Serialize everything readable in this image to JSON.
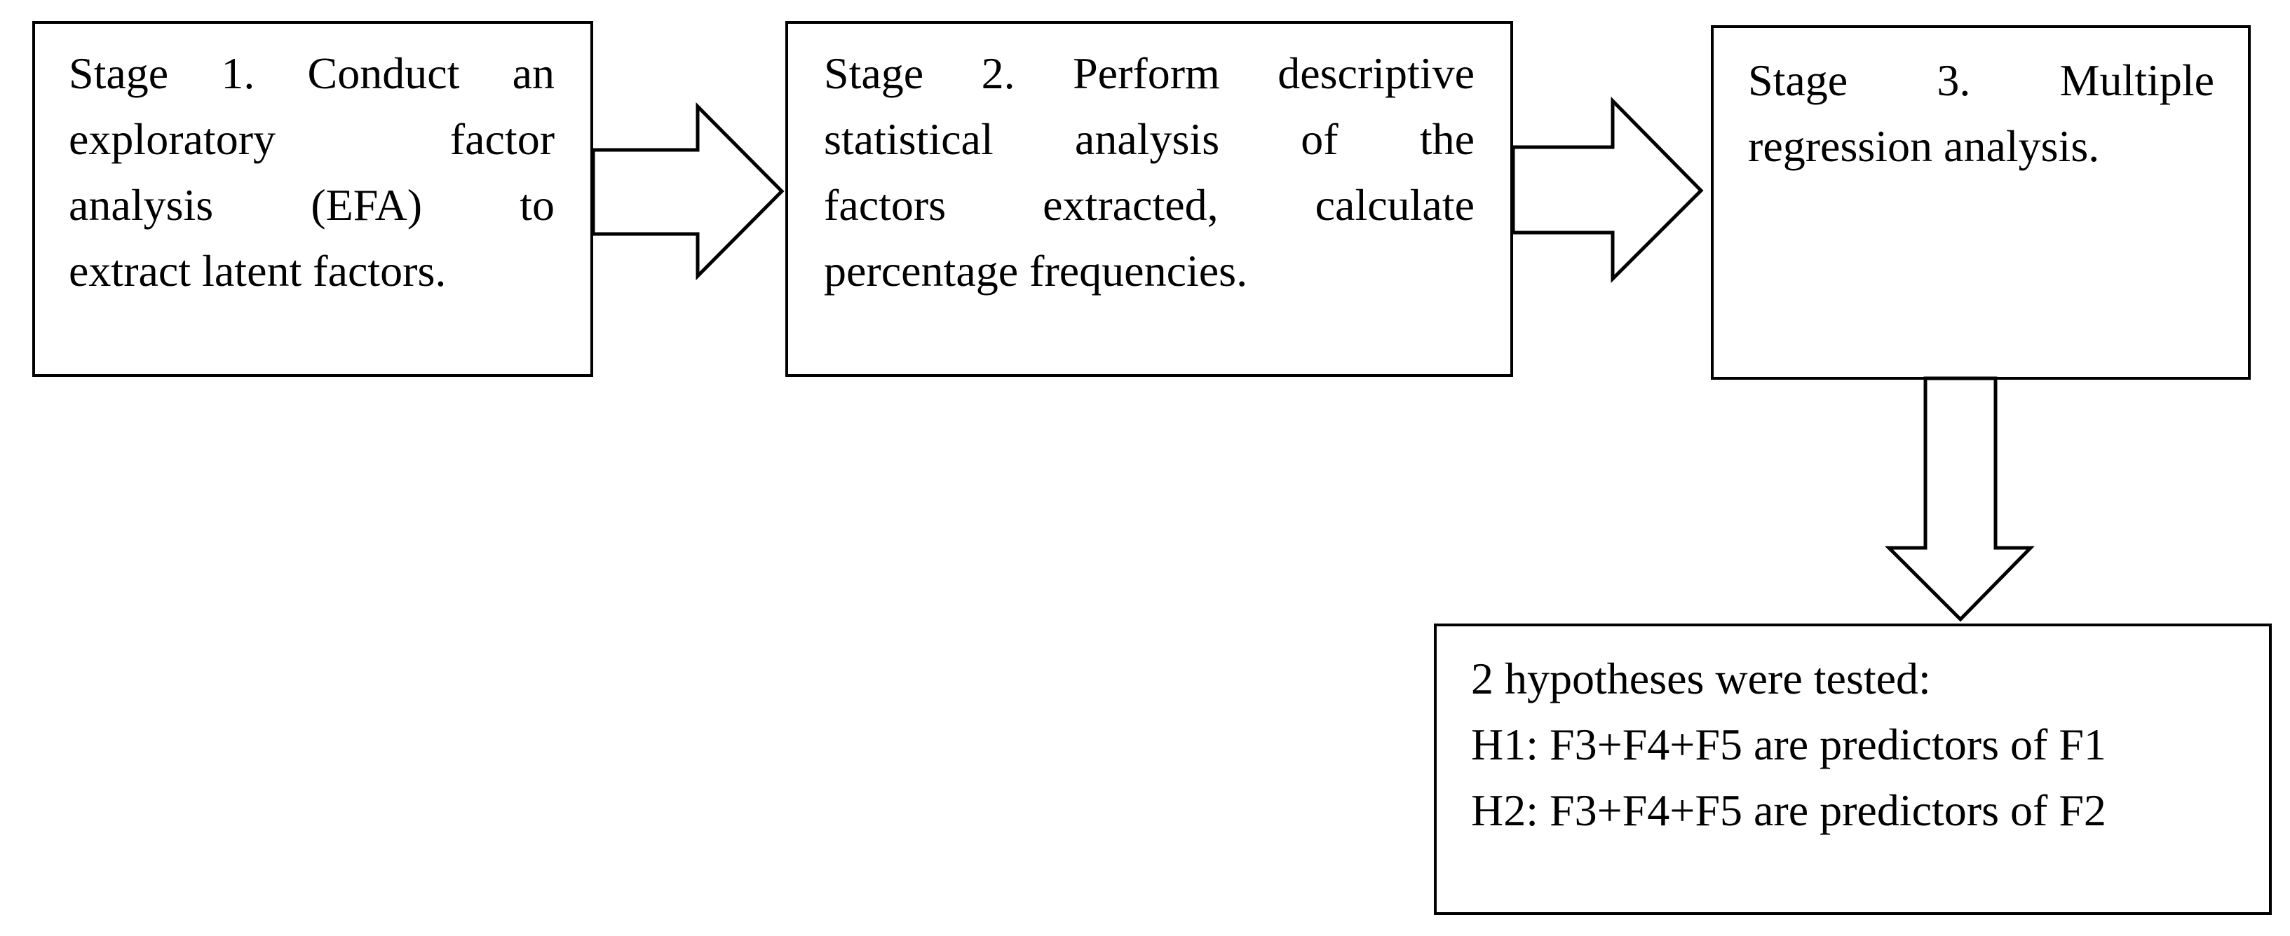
{
  "stages": [
    {
      "lines": [
        "Stage 1. Conduct an",
        "exploratory factor",
        "analysis (EFA) to",
        "extract latent factors."
      ]
    },
    {
      "lines": [
        "Stage 2. Perform descriptive",
        "statistical analysis of the",
        "factors extracted, calculate",
        "percentage frequencies."
      ]
    },
    {
      "lines": [
        "Stage 3. Multiple",
        "regression analysis."
      ]
    }
  ],
  "hypotheses": {
    "lines": [
      "2 hypotheses were tested:",
      "H1: F3+F4+F5 are predictors of F1",
      "H2: F3+F4+F5 are predictors of F2"
    ]
  },
  "colors": {
    "stroke": "#000000",
    "fill": "#ffffff"
  },
  "icons": [
    "right-arrow-icon",
    "right-arrow-icon",
    "down-arrow-icon"
  ]
}
